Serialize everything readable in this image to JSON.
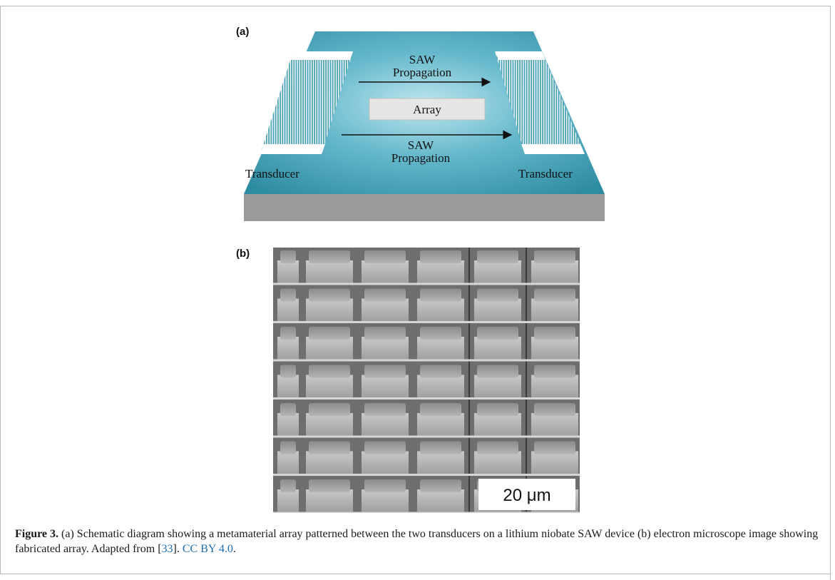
{
  "figure": {
    "panel_a_label": "(a)",
    "panel_b_label": "(b)",
    "schematic": {
      "saw_top_line1": "SAW",
      "saw_top_line2": "Propagation",
      "array_label": "Array",
      "saw_bottom_line1": "SAW",
      "saw_bottom_line2": "Propagation",
      "left_transducer_label": "Transducer",
      "right_transducer_label": "Transducer",
      "substrate_color": "#2d8ba2",
      "substrate_side_color": "#9a9a9a"
    },
    "sem": {
      "scale_bar_label": "20 μm"
    }
  },
  "caption": {
    "label": "Figure 3.",
    "text_part1": " (a) Schematic diagram showing a metamaterial array patterned between the two transducers on a lithium niobate SAW device (b) electron microscope image showing fabricated array. Adapted from [",
    "ref_number": "33",
    "text_part2": "]. ",
    "license": "CC BY 4.0",
    "text_part3": "."
  }
}
